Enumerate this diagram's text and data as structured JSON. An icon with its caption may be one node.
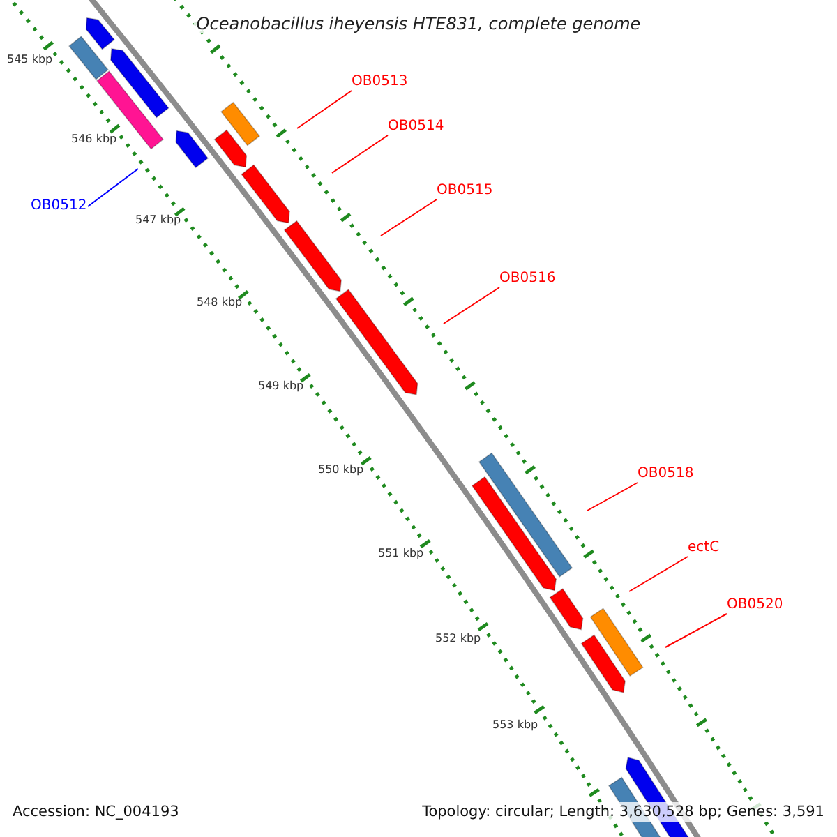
{
  "diagram": {
    "title": "Oceanobacillus iheyensis HTE831, complete genome",
    "nodes": [
      {
        "text": [
          "OB0513"
        ]
      },
      {
        "text": [
          "OB0514"
        ]
      },
      {
        "text": [
          "OB0515"
        ]
      },
      {
        "text": [
          "OB0512"
        ]
      },
      {
        "text": [
          "OB0516"
        ]
      },
      {
        "text": [
          "OB0518"
        ]
      },
      {
        "text": [
          "ectC"
        ]
      },
      {
        "text": [
          "OB0520"
        ]
      }
    ],
    "edges": [
      {
        "from": 0,
        "to": null,
        "arrow": "none"
      },
      {
        "from": 1,
        "to": null,
        "arrow": "none"
      },
      {
        "from": 2,
        "to": null,
        "arrow": "none"
      },
      {
        "from": 3,
        "to": null,
        "arrow": "none",
        "color": "#0000ff"
      },
      {
        "from": 4,
        "to": null,
        "arrow": "none"
      },
      {
        "from": 5,
        "to": null,
        "arrow": "none"
      },
      {
        "from": 6,
        "to": null,
        "arrow": "none"
      },
      {
        "from": 7,
        "to": null,
        "arrow": "none"
      }
    ],
    "labels": [
      "545 kbp",
      "546 kbp",
      "547 kbp",
      "548 kbp",
      "549 kbp",
      "550 kbp",
      "551 kbp",
      "552 kbp",
      "553 kbp",
      "Accession: NC_004193",
      "Topology: circular; Length: 3,630,528 bp; Genes: 3,591"
    ]
  }
}
